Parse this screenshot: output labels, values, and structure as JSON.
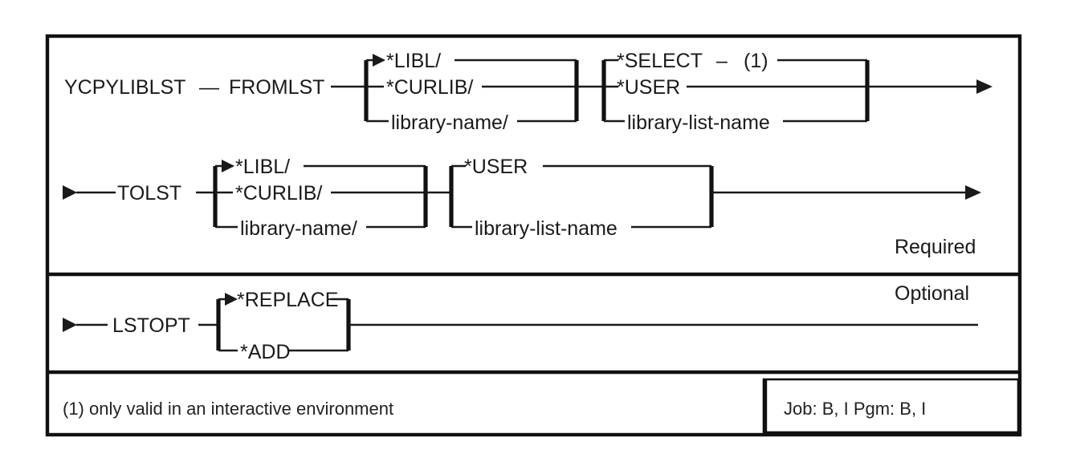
{
  "diagram": {
    "title": "YCPYLIBLST command syntax diagram",
    "type": "railroad-syntax-diagram",
    "command": "YCPYLIBLST",
    "line_color": "#1a1a1a",
    "background": "#ffffff",
    "sections": [
      {
        "id": "required",
        "label": "Required",
        "rows": [
          {
            "id": "fromlst",
            "keyword": "FROMLST",
            "groups": [
              {
                "id": "fromlst-library",
                "choices": [
                  {
                    "text": "*LIBL/",
                    "default": true
                  },
                  {
                    "text": "*CURLIB/",
                    "default": false
                  },
                  {
                    "text": "library-name/",
                    "default": false
                  }
                ]
              },
              {
                "id": "fromlst-listname",
                "choices": [
                  {
                    "text": "*SELECT",
                    "default": false,
                    "footnote": "(1)"
                  },
                  {
                    "text": "*USER",
                    "default": false
                  },
                  {
                    "text": "library-list-name",
                    "default": false
                  }
                ]
              }
            ]
          },
          {
            "id": "tolst",
            "keyword": "TOLST",
            "groups": [
              {
                "id": "tolst-library",
                "choices": [
                  {
                    "text": "*LIBL/",
                    "default": true
                  },
                  {
                    "text": "*CURLIB/",
                    "default": false
                  },
                  {
                    "text": "library-name/",
                    "default": false
                  }
                ]
              },
              {
                "id": "tolst-listname",
                "choices": [
                  {
                    "text": "*USER",
                    "default": false
                  },
                  {
                    "text": "library-list-name",
                    "default": false
                  }
                ]
              }
            ]
          }
        ]
      },
      {
        "id": "optional",
        "label": "Optional",
        "rows": [
          {
            "id": "lstopt",
            "keyword": "LSTOPT",
            "groups": [
              {
                "id": "lstopt-choice",
                "choices": [
                  {
                    "text": "*REPLACE",
                    "default": true
                  },
                  {
                    "text": "*ADD",
                    "default": false
                  }
                ]
              }
            ]
          }
        ]
      }
    ],
    "footnotes": [
      {
        "marker": "(1)",
        "text": "only valid in an interactive environment"
      }
    ],
    "footnote_line": "(1)  only valid in an interactive environment",
    "env_box": {
      "job_label": "Job:",
      "job_value": "B, I",
      "pgm_label": "Pgm:",
      "pgm_value": "B, I",
      "text": "Job: B, I   Pgm: B, I"
    },
    "labels": {
      "required": "Required",
      "optional": "Optional"
    },
    "text_nodes": {
      "command": "YCPYLIBLST",
      "dash": "—",
      "fromlst": "FROMLST",
      "tolst": "TOLST",
      "lstopt": "LSTOPT",
      "libl": "*LIBL/",
      "curlib": "*CURLIB/",
      "library_name": "library-name/",
      "select": "*SELECT",
      "user": "*USER",
      "library_list_name": "library-list-name",
      "footnote_ref": "(1)",
      "footnote_dash": "–",
      "replace": "*REPLACE",
      "add": "*ADD"
    }
  }
}
